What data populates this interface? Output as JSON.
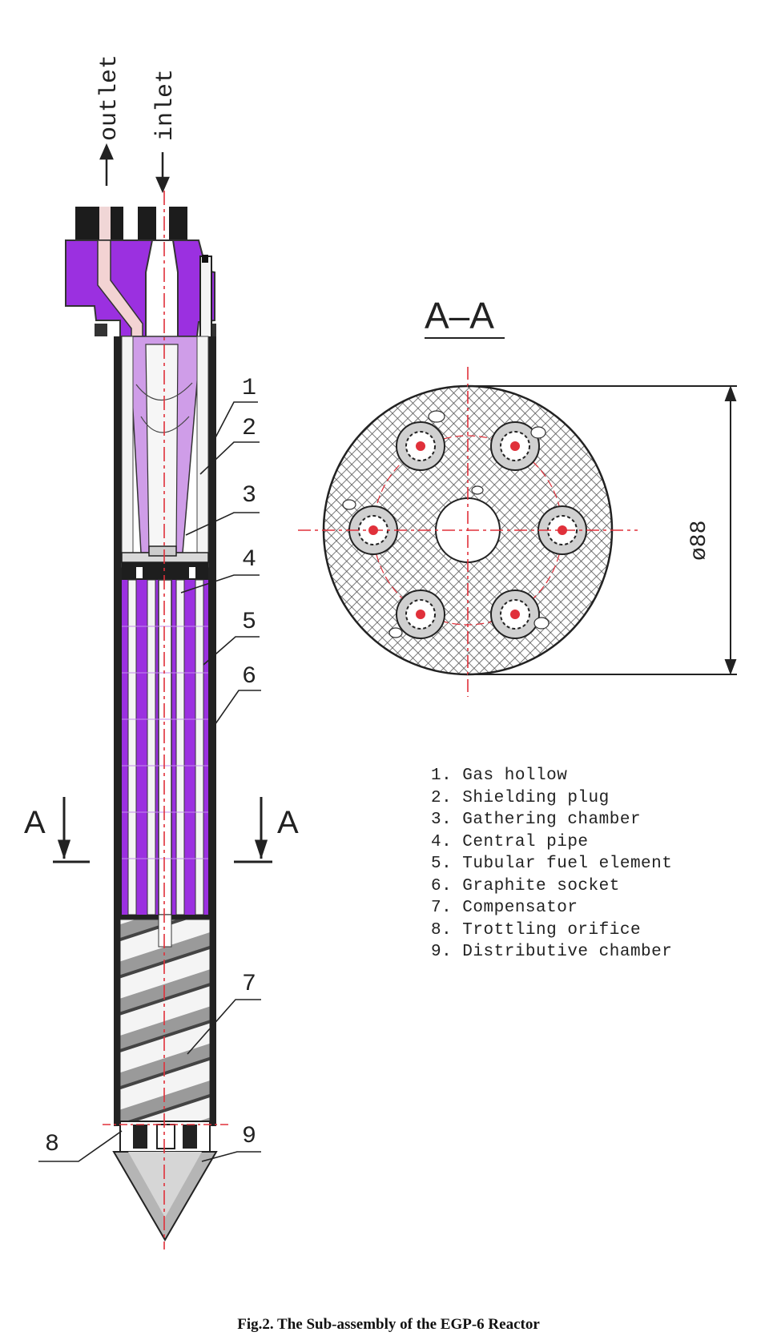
{
  "diagram": {
    "flow_labels": {
      "outlet": "outlet",
      "inlet": "inlet"
    },
    "section": {
      "title": "A–A",
      "marker_left": "A",
      "marker_right": "A",
      "diameter": "ø88"
    },
    "callouts": [
      "1",
      "2",
      "3",
      "4",
      "5",
      "6",
      "7",
      "8",
      "9"
    ],
    "legend": [
      "1. Gas hollow",
      "2. Shielding plug",
      "3. Gathering chamber",
      "4. Central pipe",
      "5. Tubular fuel element",
      "6. Graphite socket",
      "7. Compensator",
      "8. Trottling orifice",
      "9. Distributive chamber"
    ],
    "caption": "Fig.2.  The Sub-assembly of the EGP-6 Reactor"
  },
  "colors": {
    "shield": "#9b30e0",
    "ink": "#222222",
    "axis": "#e0303a",
    "hatch": "#777777"
  }
}
